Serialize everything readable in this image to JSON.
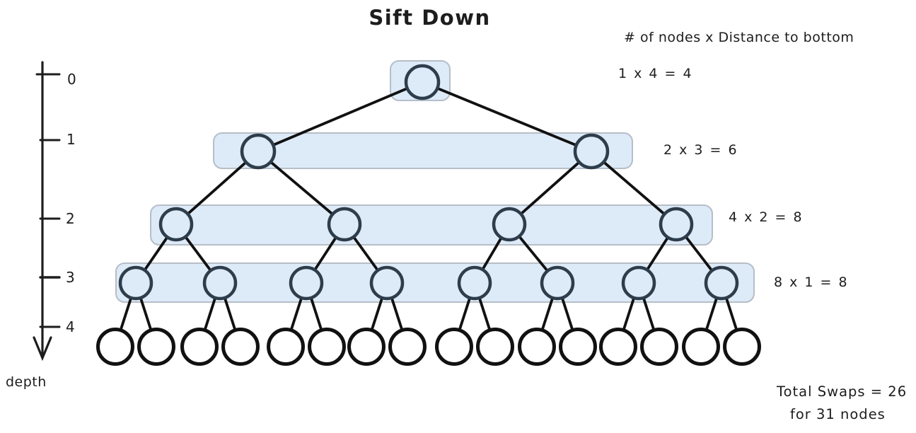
{
  "title": "Sift Down",
  "annotation_header": "# of nodes x Distance to bottom",
  "axis": {
    "label": "depth",
    "ticks": [
      "0",
      "1",
      "2",
      "3",
      "4"
    ]
  },
  "levels": [
    {
      "depth": 0,
      "node_count": 1,
      "highlighted": true,
      "formula": "1 x 4 = 4"
    },
    {
      "depth": 1,
      "node_count": 2,
      "highlighted": true,
      "formula": "2 x 3 = 6"
    },
    {
      "depth": 2,
      "node_count": 4,
      "highlighted": true,
      "formula": "4 x 2 = 8"
    },
    {
      "depth": 3,
      "node_count": 8,
      "highlighted": true,
      "formula": "8 x 1 = 8"
    },
    {
      "depth": 4,
      "node_count": 16,
      "highlighted": false,
      "formula": ""
    }
  ],
  "totals": {
    "line1": "Total Swaps = 26",
    "line2": "for 31 nodes"
  },
  "colors": {
    "highlight_fill": "#ddeaf8",
    "highlight_border": "#b6bec8",
    "node_stroke": "#2e3d4b",
    "leaf_stroke": "#111111",
    "edge": "#111111",
    "axis": "#1d1d1d",
    "text": "#1d1d1d"
  }
}
